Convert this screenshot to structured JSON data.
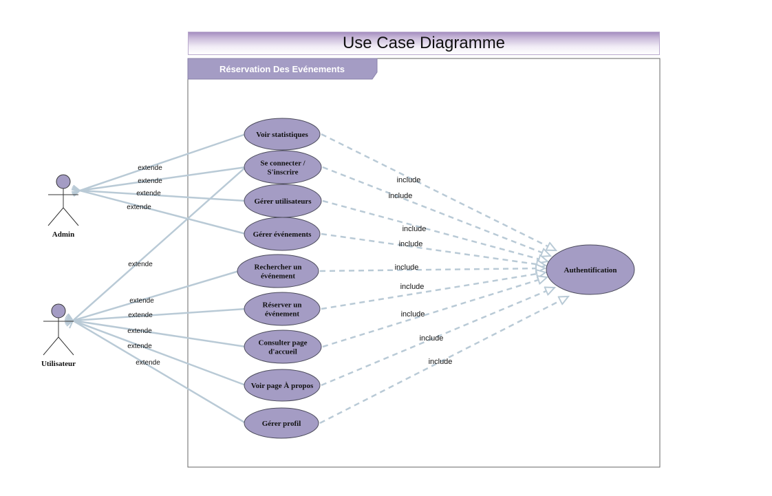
{
  "title": "Use Case Diagramme",
  "system_boundary": {
    "label": "Réservation Des Evénements"
  },
  "actors": [
    {
      "id": "admin",
      "label": "Admin"
    },
    {
      "id": "utilisateur",
      "label": "Utilisateur"
    }
  ],
  "use_cases": [
    {
      "id": "voir-statistiques",
      "lines": [
        "Voir statistiques"
      ]
    },
    {
      "id": "se-connecter",
      "lines": [
        "Se connecter /",
        "S'inscrire"
      ]
    },
    {
      "id": "gerer-utilisateurs",
      "lines": [
        "Gérer utilisateurs"
      ]
    },
    {
      "id": "gerer-evenements",
      "lines": [
        "Gérer événements"
      ]
    },
    {
      "id": "rechercher-evenement",
      "lines": [
        "Rechercher un",
        "événement"
      ]
    },
    {
      "id": "reserver-evenement",
      "lines": [
        "Réserver un",
        "événement"
      ]
    },
    {
      "id": "consulter-accueil",
      "lines": [
        "Consulter page",
        "d'accueil"
      ]
    },
    {
      "id": "voir-apropos",
      "lines": [
        "Voir page À propos"
      ]
    },
    {
      "id": "gerer-profil",
      "lines": [
        "Gérer profil"
      ]
    },
    {
      "id": "authentification",
      "lines": [
        "Authentification"
      ]
    }
  ],
  "relations": {
    "extend_label": "extende",
    "include_label": "include",
    "admin_extends": [
      "voir-statistiques",
      "se-connecter",
      "gerer-utilisateurs",
      "gerer-evenements"
    ],
    "utilisateur_extends": [
      "se-connecter",
      "rechercher-evenement",
      "reserver-evenement",
      "consulter-accueil",
      "voir-apropos",
      "gerer-profil"
    ],
    "includes": [
      "voir-statistiques",
      "se-connecter",
      "gerer-utilisateurs",
      "gerer-evenements",
      "rechercher-evenement",
      "reserver-evenement",
      "consulter-accueil",
      "voir-apropos",
      "gerer-profil"
    ]
  },
  "colors": {
    "use_case_fill": "#a49cc4",
    "use_case_stroke": "#4a4a5a",
    "connector": "#b9cad6",
    "package_tab": "#a49cc4"
  }
}
